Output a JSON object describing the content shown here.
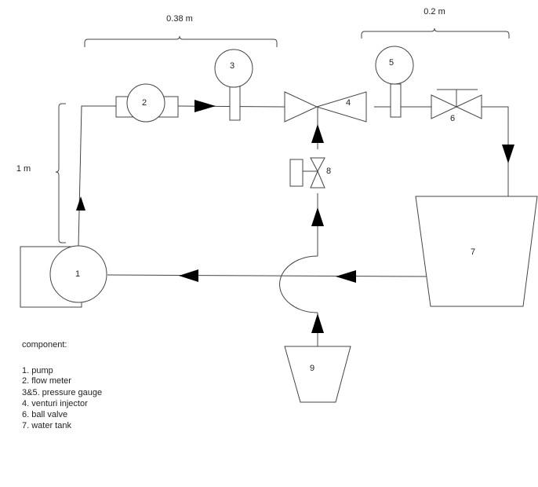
{
  "diagram": {
    "dimensions": {
      "top_left": "0.38 m",
      "top_right": "0.2 m",
      "vertical": "1 m"
    },
    "components": {
      "pump": "1",
      "flow_meter": "2",
      "pressure_gauge_a": "3",
      "venturi_injector": "4",
      "pressure_gauge_b": "5",
      "ball_valve": "6",
      "water_tank": "7",
      "solenoid_valve": "8",
      "fertilizer_tank": "9"
    },
    "legend": {
      "title": "component:",
      "items": [
        "1. pump",
        "2. flow meter",
        "3&5. pressure gauge",
        "4. venturi injector",
        "6. ball valve",
        "7. water tank"
      ]
    }
  }
}
